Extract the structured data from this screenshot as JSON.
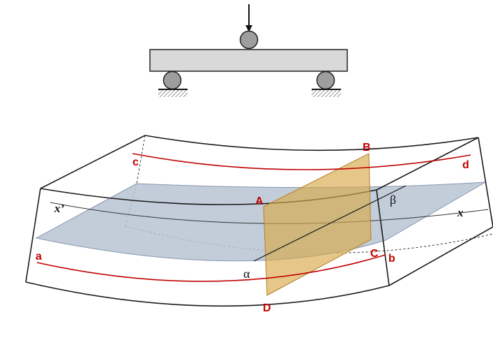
{
  "colors": {
    "beam_fill": "#d9d9d9",
    "roller_fill": "#9e9e9e",
    "neutral_surface": "#b8c4d4",
    "cutting_plane": "#d9a94a",
    "fiber_lines": "#c00000",
    "labels_red": "#c00000",
    "outline": "#1a1a1a"
  },
  "icons": {
    "load": "downward-arrow",
    "supports": "roller-support-icons"
  },
  "labels": {
    "point_a_upper": "A",
    "point_b": "B",
    "point_c_upper": "C",
    "point_d": "D",
    "fiber_a": "a",
    "fiber_b": "b",
    "fiber_c": "c",
    "fiber_d": "d",
    "axis_x": "x",
    "axis_x_prime": "x’",
    "alpha": "α",
    "beta": "β"
  }
}
